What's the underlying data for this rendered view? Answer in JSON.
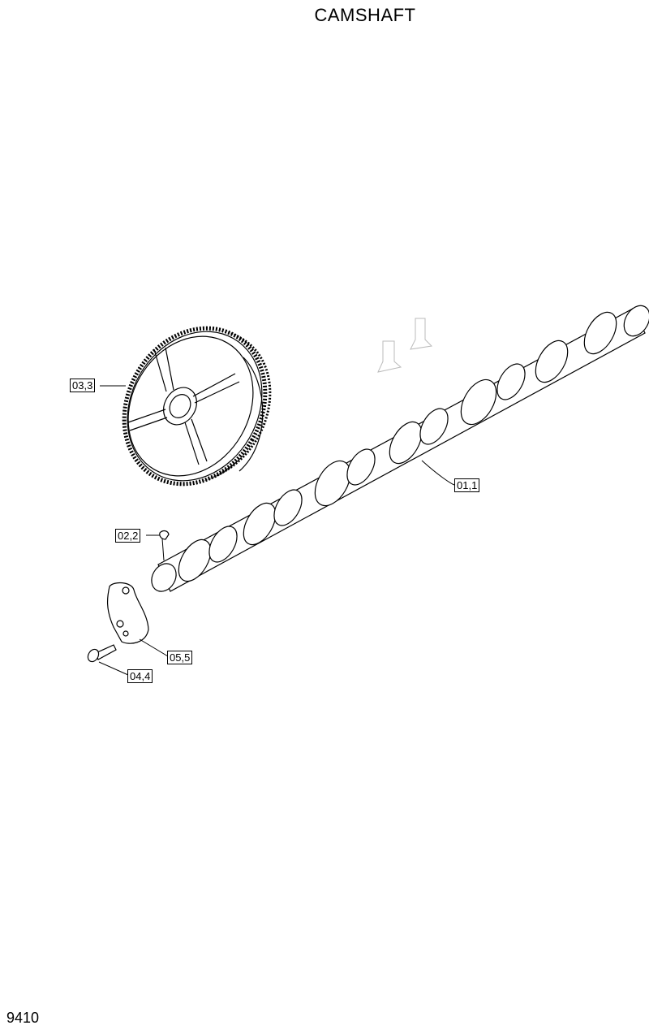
{
  "title": "CAMSHAFT",
  "page_number": "9410",
  "callouts": {
    "camshaft": "01,1",
    "key": "02,2",
    "gear": "03,3",
    "bolt": "04,4",
    "thrust_plate": "05,5"
  }
}
